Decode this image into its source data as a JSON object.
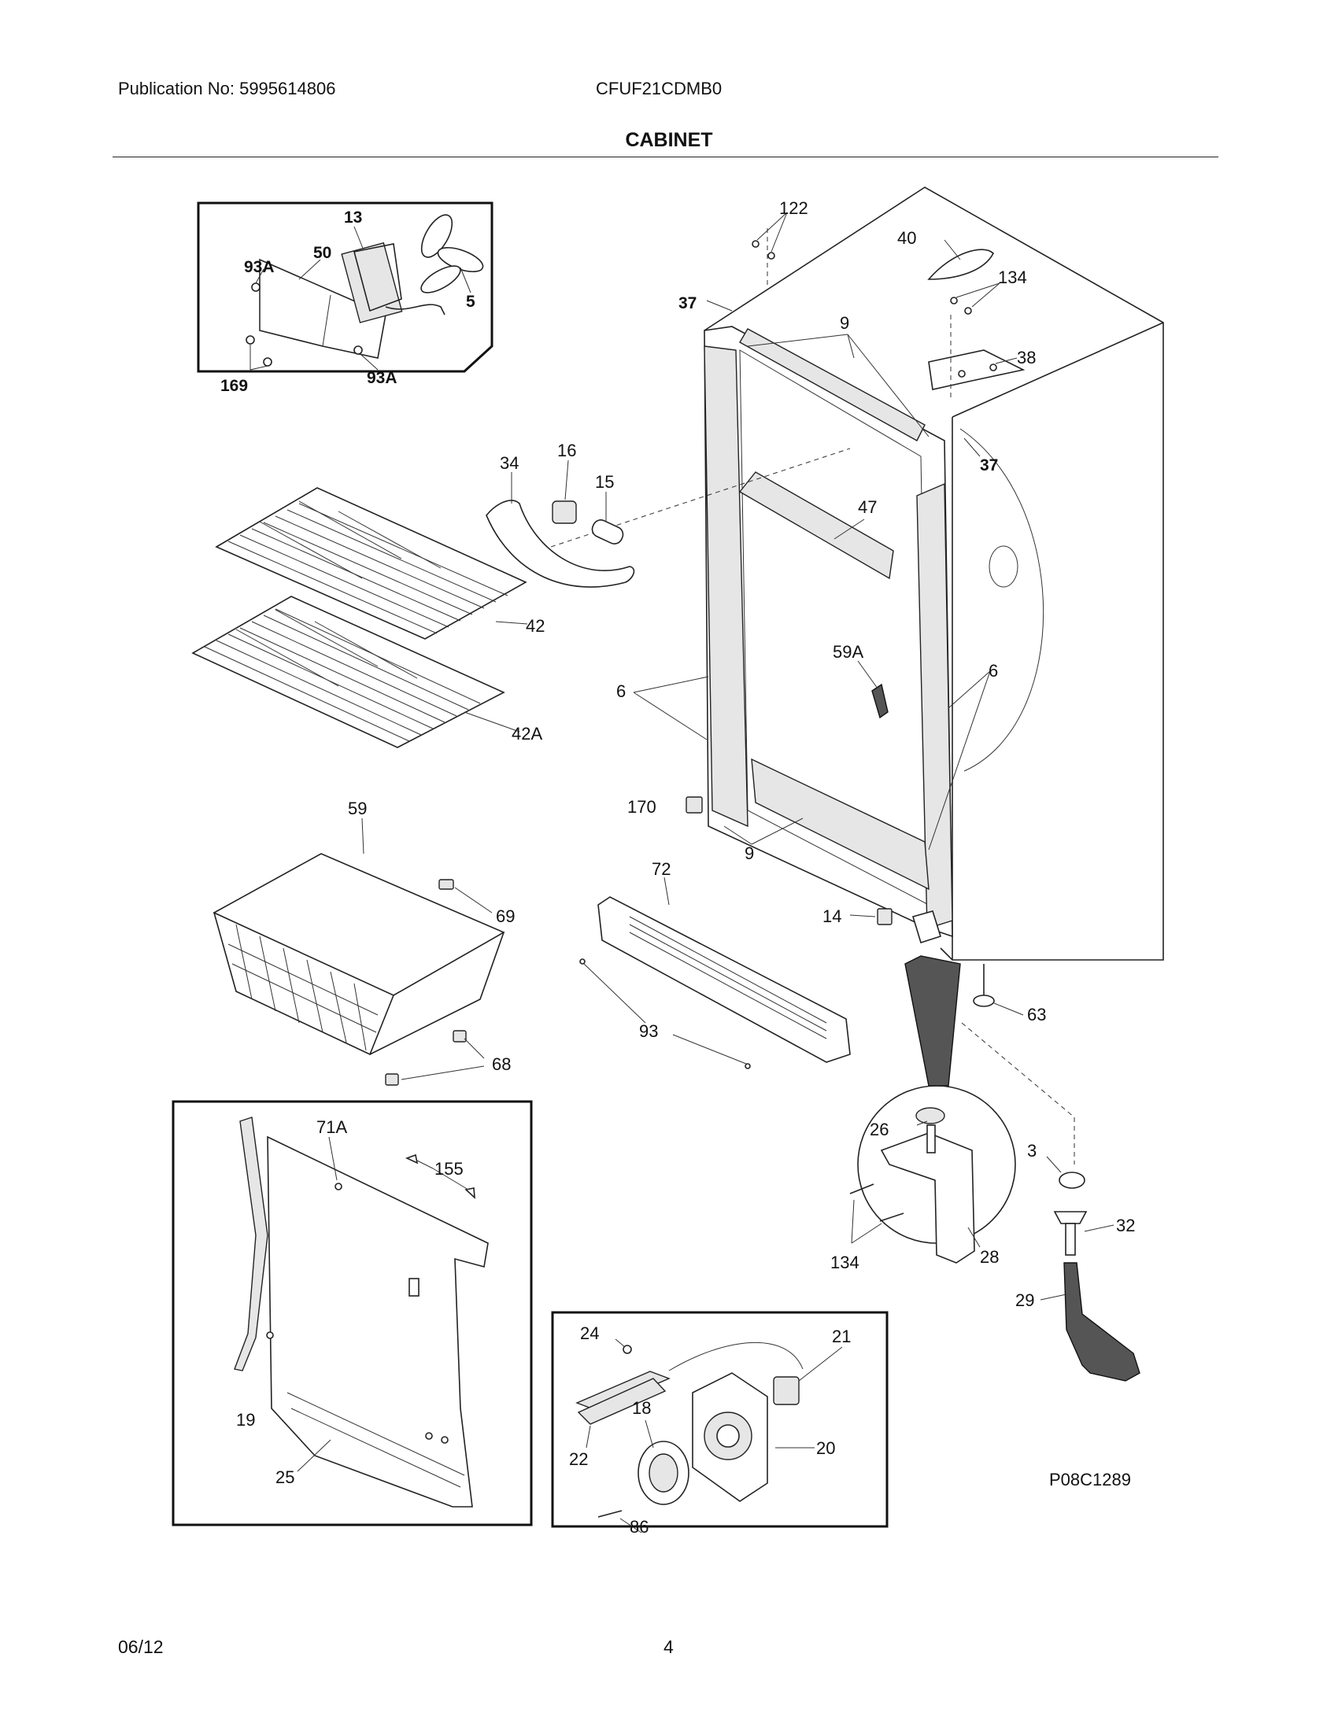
{
  "header": {
    "publication": "Publication No: 5995614806",
    "model": "CFUF21CDMB0",
    "title": "CABINET"
  },
  "footer": {
    "date": "06/12",
    "page": "4"
  },
  "diagram": {
    "figure_id": "P08C1289",
    "callouts": {
      "c122": "122",
      "c40": "40",
      "c134a": "134",
      "c37a": "37",
      "c9a": "9",
      "c38": "38",
      "c37b": "37",
      "c13": "13",
      "c93Aa": "93A",
      "c50": "50",
      "c5": "5",
      "c169": "169",
      "c93Ab": "93A",
      "c34": "34",
      "c16": "16",
      "c15": "15",
      "c47": "47",
      "c42": "42",
      "c42A": "42A",
      "c59A": "59A",
      "c6a": "6",
      "c6b": "6",
      "c170": "170",
      "c9b": "9",
      "c59": "59",
      "c69": "69",
      "c68": "68",
      "c72": "72",
      "c14": "14",
      "c93": "93",
      "c63": "63",
      "c71A": "71A",
      "c155": "155",
      "c19": "19",
      "c25": "25",
      "c26": "26",
      "c3": "3",
      "c32": "32",
      "c134b": "134",
      "c28": "28",
      "c29": "29",
      "c24": "24",
      "c21": "21",
      "c18": "18",
      "c22": "22",
      "c20": "20",
      "c86": "86"
    }
  }
}
